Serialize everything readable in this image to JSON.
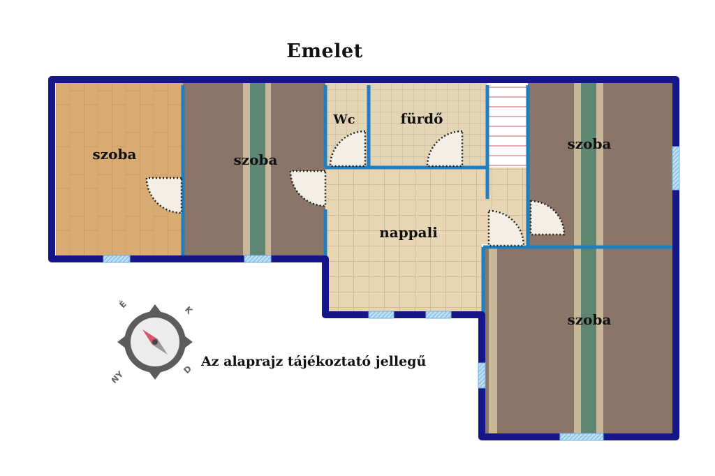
{
  "title": "Emelet",
  "rooms": {
    "szoba1": "szoba",
    "szoba2": "szoba",
    "wc": "Wc",
    "furdo": "fürdő",
    "nappali": "nappali",
    "szoba3": "szoba",
    "szoba4": "szoba"
  },
  "note": "Az alaprajz tájékoztató jellegű",
  "compass": {
    "n": "É",
    "e": "K",
    "s": "D",
    "w": "NY"
  },
  "colors": {
    "wall": "#14168a",
    "partition": "#1e7fc0",
    "wood_light": "#d9ae78",
    "wood_dark": "#8a7568",
    "tile": "#e6d9bf",
    "window": "#8fc7e8"
  }
}
